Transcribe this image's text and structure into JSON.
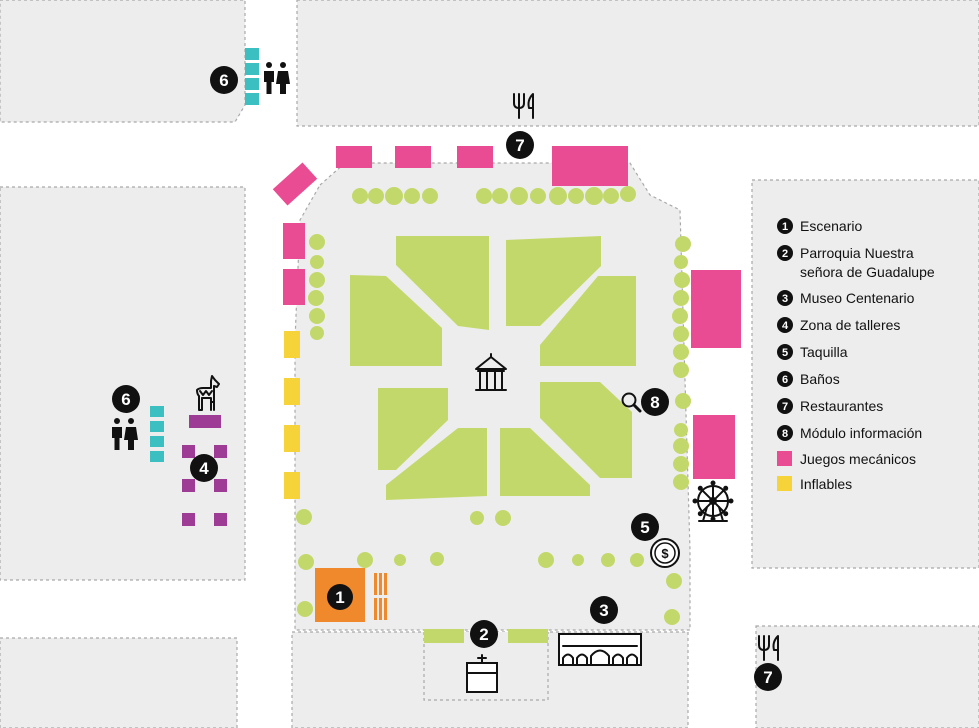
{
  "colors": {
    "block": "#ededed",
    "road": "#ffffff",
    "green": "#c3d86a",
    "pink": "#e94c92",
    "yellow": "#f7d33a",
    "purple": "#9d3b95",
    "teal": "#3bbfc0",
    "orange": "#f0892c",
    "dark": "#111111"
  },
  "markers": {
    "escenario": "1",
    "parroquia": "2",
    "museo": "3",
    "talleres": "4",
    "taquilla": "5",
    "banos": "6",
    "restaurantes": "7",
    "informacion": "8"
  },
  "legend": {
    "items": [
      {
        "num": "1",
        "lines": [
          "Escenario"
        ]
      },
      {
        "num": "2",
        "lines": [
          "Parroquia Nuestra",
          "señora de Guadalupe"
        ]
      },
      {
        "num": "3",
        "lines": [
          "Museo Centenario"
        ]
      },
      {
        "num": "4",
        "lines": [
          "Zona de talleres"
        ]
      },
      {
        "num": "5",
        "lines": [
          "Taquilla"
        ]
      },
      {
        "num": "6",
        "lines": [
          "Baños"
        ]
      },
      {
        "num": "7",
        "lines": [
          "Restaurantes"
        ]
      },
      {
        "num": "8",
        "lines": [
          "Módulo información"
        ]
      }
    ],
    "swatches": [
      {
        "label": "Juegos mecánicos",
        "color": "#e94c92"
      },
      {
        "label": "Inflables",
        "color": "#f7d33a"
      }
    ]
  },
  "icons": {
    "restroom": "restroom-icon",
    "restaurant": "fork-knife-icon",
    "gazebo": "gazebo-icon",
    "llama": "llama-icon",
    "search": "magnifier-icon",
    "money": "dollar-icon",
    "ferris_wheel": "ferris-wheel-icon",
    "church": "church-icon",
    "museum": "museum-icon"
  },
  "money_symbol": "$"
}
